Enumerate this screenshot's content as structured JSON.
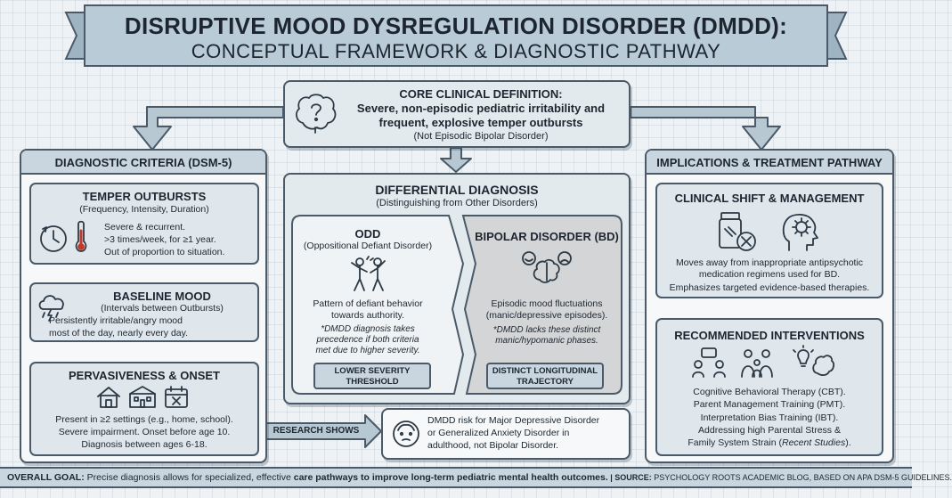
{
  "title": {
    "line1": "DISRUPTIVE MOOD DYSREGULATION DISORDER (DMDD):",
    "line2": "CONCEPTUAL FRAMEWORK & DIAGNOSTIC PATHWAY"
  },
  "core": {
    "heading": "CORE CLINICAL DEFINITION:",
    "line1": "Severe, non-episodic pediatric irritability and",
    "line2": "frequent, explosive temper outbursts",
    "note": "(Not Episodic Bipolar Disorder)"
  },
  "criteria": {
    "header": "DIAGNOSTIC CRITERIA (DSM-5)",
    "temper": {
      "title": "TEMPER OUTBURSTS",
      "sub": "(Frequency, Intensity, Duration)",
      "lines": [
        "Severe & recurrent.",
        ">3 times/week, for ≥1 year.",
        "Out of proportion to situation."
      ]
    },
    "mood": {
      "title": "BASELINE MOOD",
      "sub": "(Intervals between Outbursts)",
      "lines": [
        "Persistently irritable/angry mood",
        "most of the day, nearly every day."
      ]
    },
    "onset": {
      "title": "PERVASIVENESS & ONSET",
      "lines": [
        "Present in ≥2 settings (e.g., home, school).",
        "Severe impairment. Onset before age 10.",
        "Diagnosis between ages 6-18."
      ]
    }
  },
  "differential": {
    "title": "DIFFERENTIAL DIAGNOSIS",
    "sub": "(Distinguishing from Other Disorders)",
    "odd": {
      "title": "ODD",
      "sub": "(Oppositional Defiant Disorder)",
      "lines": [
        "Pattern of defiant behavior",
        "towards authority."
      ],
      "note": [
        "*DMDD diagnosis takes",
        "precedence if both criteria",
        "met due to higher severity."
      ],
      "tag": [
        "LOWER SEVERITY",
        "THRESHOLD"
      ]
    },
    "bd": {
      "title": "BIPOLAR DISORDER (BD)",
      "lines": [
        "Episodic mood fluctuations",
        "(manic/depressive episodes)."
      ],
      "note": [
        "*DMDD lacks these distinct",
        "manic/hypomanic phases."
      ],
      "tag": [
        "DISTINCT LONGITUDINAL",
        "TRAJECTORY"
      ]
    }
  },
  "research": {
    "label": "RESEARCH SHOWS",
    "lines": [
      "DMDD risk for Major Depressive Disorder",
      "or Generalized Anxiety Disorder in",
      "adulthood, not Bipolar Disorder."
    ]
  },
  "implications": {
    "header": "IMPLICATIONS & TREATMENT PATHWAY",
    "shift": {
      "title": "CLINICAL SHIFT & MANAGEMENT",
      "lines": [
        "Moves away from inappropriate antipsychotic",
        "medication regimens used for BD.",
        "Emphasizes targeted evidence-based therapies."
      ]
    },
    "interventions": {
      "title": "RECOMMENDED INTERVENTIONS",
      "lines": [
        "Cognitive Behavioral Therapy (CBT).",
        "Parent Management Training (PMT).",
        "Interpretation Bias Training (IBT).",
        "Addressing high Parental Stress &"
      ],
      "last_prefix": "Family System Strain (",
      "last_italic": "Recent Studies",
      "last_suffix": ")."
    }
  },
  "footer": {
    "goal_label": "OVERALL GOAL:",
    "goal_text1": " Precise diagnosis allows for specialized, effective ",
    "goal_bold": "care pathways to improve long-term pediatric mental health outcomes.",
    "source_label": " | SOURCE:",
    "source_text": " PSYCHOLOGY ROOTS ACADEMIC BLOG, BASED ON APA DSM-5 GUIDELINES."
  },
  "colors": {
    "banner": "#b9cbd6",
    "header": "#c9d6df",
    "panel": "#f6f8f9",
    "inner": "#dfe7ec",
    "bd_fill": "#d3d5d7",
    "accent_red": "#c0392b",
    "outline": "#4a5a68"
  }
}
